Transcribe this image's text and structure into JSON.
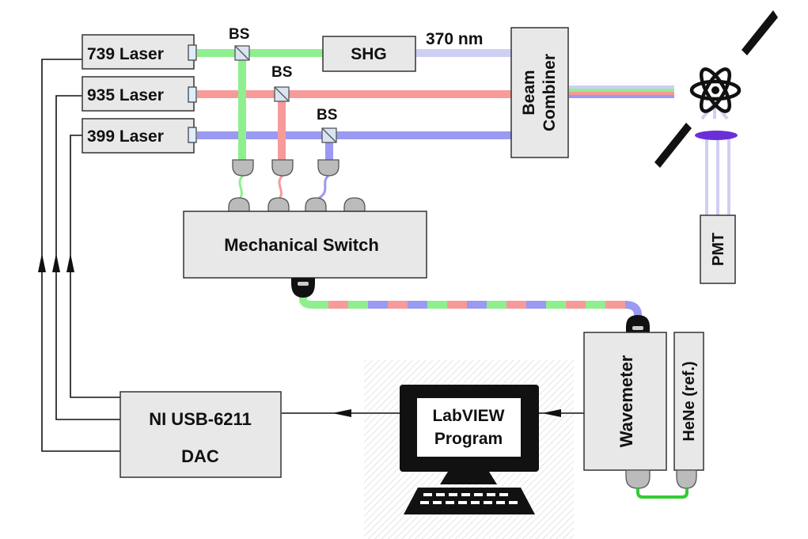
{
  "lasers": [
    {
      "label": "739 Laser",
      "color": "#8fef8f"
    },
    {
      "label": "935 Laser",
      "color": "#f79a9a"
    },
    {
      "label": "399 Laser",
      "color": "#9a9af2"
    }
  ],
  "beamsplitter_label": "BS",
  "shg_label": "SHG",
  "uv_label": "370 nm",
  "uv_color": "#cfcff4",
  "combiner_label_line1": "Beam",
  "combiner_label_line2": "Combiner",
  "pmt_label": "PMT",
  "switch_label": "Mechanical Switch",
  "wavemeter_label": "Wavemeter",
  "hene_label": "HeNe (ref.)",
  "monitor_label_line1": "LabVIEW",
  "monitor_label_line2": "Program",
  "daq_label_line1": "NI USB-6211",
  "daq_label_line2": "DAC",
  "colors": {
    "box_fill": "#e8e8e8",
    "box_stroke": "#333333",
    "wire": "#111111",
    "lens": "#6a2fd8",
    "hene_fiber": "#33cc33"
  },
  "icons": [
    "atom-icon",
    "beam-splitter-icon",
    "fiber-connector-icon",
    "computer-monitor-icon",
    "keyboard-icon",
    "vacuum-window-icon",
    "lens-icon"
  ]
}
